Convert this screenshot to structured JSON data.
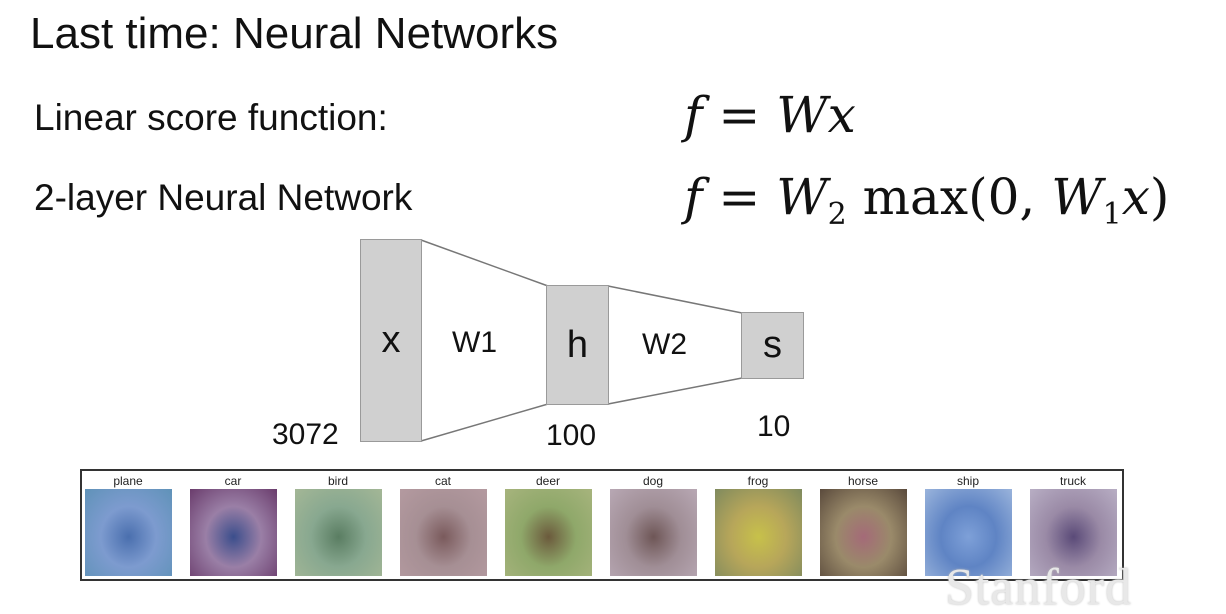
{
  "title": "Last time: Neural Networks",
  "rows": [
    {
      "label": "Linear score function:"
    },
    {
      "label": "2-layer Neural Network"
    }
  ],
  "eq1": {
    "f": "f",
    "eq": "=",
    "W": "W",
    "x": "x"
  },
  "eq2": {
    "f": "f",
    "eq": "=",
    "W2": "W",
    "sub2": "2",
    "max": "max",
    "open": "(",
    "zero": "0,",
    "W1": "W",
    "sub1": "1",
    "x": "x",
    "close": ")"
  },
  "network": {
    "input": {
      "label": "x",
      "dim": "3072"
    },
    "w1": "W1",
    "hidden": {
      "label": "h",
      "dim": "100"
    },
    "w2": "W2",
    "output": {
      "label": "s",
      "dim": "10"
    }
  },
  "classes": [
    {
      "label": "plane",
      "colors": [
        "#7d9bcf",
        "#4a6fae",
        "#5f92b8"
      ]
    },
    {
      "label": "car",
      "colors": [
        "#9a7fa6",
        "#3b4e8c",
        "#6a3c6c"
      ]
    },
    {
      "label": "bird",
      "colors": [
        "#88a890",
        "#5a7d62",
        "#a4b796"
      ]
    },
    {
      "label": "cat",
      "colors": [
        "#a68f94",
        "#7a5a5c",
        "#b49aa0"
      ]
    },
    {
      "label": "deer",
      "colors": [
        "#8fa86a",
        "#6b5a3c",
        "#a7b47d"
      ]
    },
    {
      "label": "dog",
      "colors": [
        "#a08e96",
        "#6e5656",
        "#b8a8b4"
      ]
    },
    {
      "label": "frog",
      "colors": [
        "#b7a65a",
        "#c7c14a",
        "#7f8a5e"
      ]
    },
    {
      "label": "horse",
      "colors": [
        "#9a8a6a",
        "#a46a78",
        "#5a4a3c"
      ]
    },
    {
      "label": "ship",
      "colors": [
        "#5f84c4",
        "#7ea0d8",
        "#9ab4dc"
      ]
    },
    {
      "label": "truck",
      "colors": [
        "#9a8aa6",
        "#5a4a78",
        "#b8aec4"
      ]
    }
  ],
  "logo": "Stanford"
}
